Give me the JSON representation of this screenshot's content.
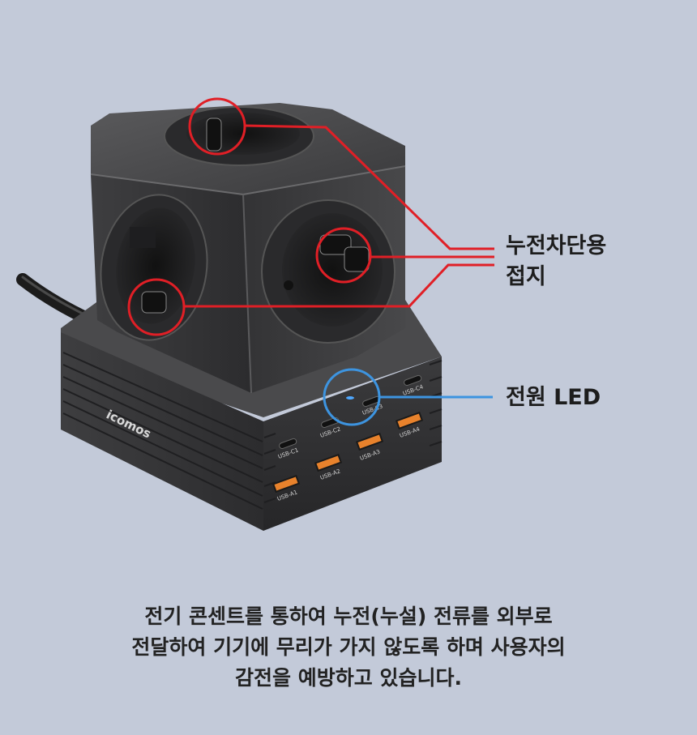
{
  "product": {
    "brand_logo_text": "icomos",
    "port_labels": {
      "usb_c1": "USB-C1",
      "usb_c2": "USB-C2",
      "usb_c3": "USB-C3",
      "usb_c4": "USB-C4",
      "usb_a1": "USB-A1",
      "usb_a2": "USB-A2",
      "usb_a3": "USB-A3",
      "usb_a4": "USB-A4"
    }
  },
  "callouts": {
    "grounding_line1": "누전차단용",
    "grounding_line2": "접지",
    "power_led": "전원 LED"
  },
  "caption": {
    "line1": "전기 콘센트를 통하여 누전(누설) 전류를 외부로",
    "line2": "전달하여 기기에 무리가 가지 않도록 하며 사용자의",
    "line3": "감전을 예방하고 있습니다."
  },
  "colors": {
    "background": "#c3cad9",
    "ground_marker": "#e01f26",
    "led_marker": "#3d94e0",
    "usb_a_port": "#e8822c"
  }
}
